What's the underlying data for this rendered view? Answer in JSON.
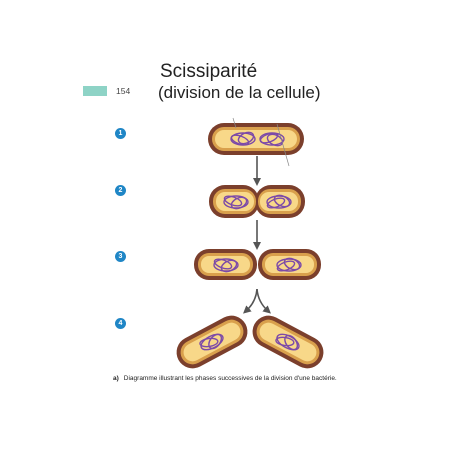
{
  "title": {
    "line1": "Scissiparité",
    "line2": "(division de la cellule)"
  },
  "page": {
    "number": "154",
    "tab_color": "#8ed3c6"
  },
  "steps": [
    "1",
    "2",
    "3",
    "4"
  ],
  "caption": {
    "letter": "a)",
    "text": "Diagramme illustrant les phases successives de la division d'une bactérie."
  },
  "colors": {
    "cell_wall": "#7b3f2c",
    "cytoplasm": "#f8d889",
    "dna": "#7c4aa8",
    "arrow": "#555555",
    "step_badge": "#1f86c6"
  }
}
